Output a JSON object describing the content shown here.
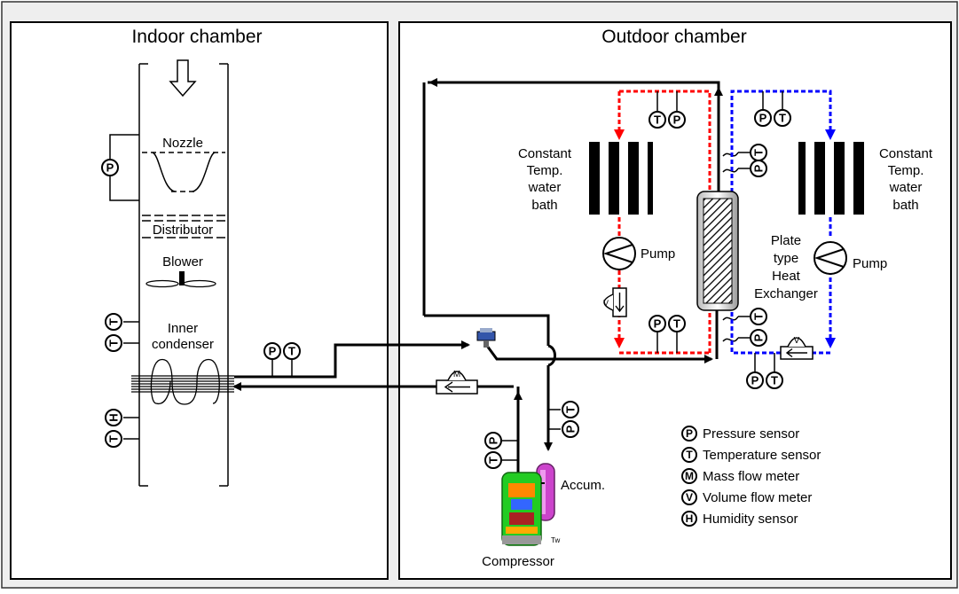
{
  "chambers": {
    "indoor_title": "Indoor chamber",
    "outdoor_title": "Outdoor chamber"
  },
  "indoor": {
    "nozzle": "Nozzle",
    "distributor": "Distributor",
    "blower": "Blower",
    "inner_condenser": [
      "Inner",
      "condenser"
    ]
  },
  "outdoor": {
    "bath_left": [
      "Constant",
      "Temp.",
      "water",
      "bath"
    ],
    "bath_right": [
      "Constant",
      "Temp.",
      "water",
      "bath"
    ],
    "pump_left": "Pump",
    "pump_right": "Pump",
    "plate_hx": [
      "Plate",
      "type",
      "Heat",
      "Exchanger"
    ],
    "accumulator": "Accum.",
    "compressor": "Compressor",
    "tw_mark": "Tw"
  },
  "sensor_letters": {
    "pressure": "P",
    "temperature": "T",
    "mass_flow": "M",
    "volume_flow": "V",
    "humidity": "H"
  },
  "legend": [
    {
      "symbol": "P",
      "label": "Pressure sensor"
    },
    {
      "symbol": "T",
      "label": "Temperature sensor"
    },
    {
      "symbol": "M",
      "label": "Mass flow meter"
    },
    {
      "symbol": "V",
      "label": "Volume flow meter"
    },
    {
      "symbol": "H",
      "label": "Humidity sensor"
    }
  ],
  "colors": {
    "frame_bg": "#eeeeee",
    "hot_water_loop": "#ff0000",
    "cold_water_loop": "#0000ff",
    "pipe": "#000000",
    "compressor_body": "#22cc22",
    "accumulator": "#cc44cc"
  }
}
